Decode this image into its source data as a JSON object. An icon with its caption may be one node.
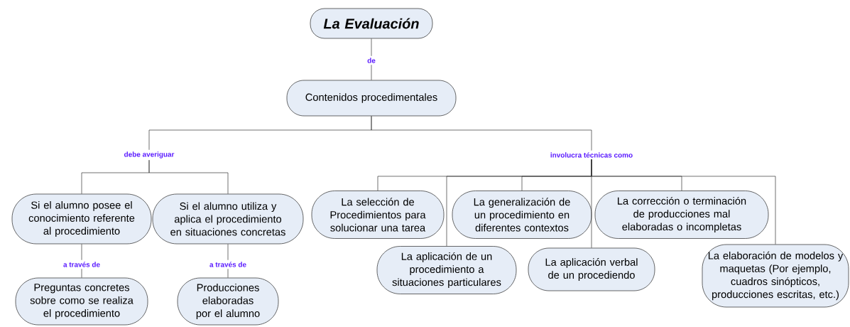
{
  "diagram": {
    "nodes": [
      {
        "text": [
          "La Evaluación"
        ]
      },
      {
        "text": [
          "de"
        ]
      },
      {
        "text": [
          "Contenidos procedimentales"
        ]
      },
      {
        "text": [
          "debe averiguar"
        ]
      },
      {
        "text": [
          "involucra técnicas como"
        ]
      },
      {
        "text": [
          "Si el alumno posee el conocimiento referente al procedimiento"
        ]
      },
      {
        "text": [
          "Si el alumno utiliza y aplica el procedimiento en situaciones concretas"
        ]
      },
      {
        "text": [
          "a través de"
        ]
      },
      {
        "text": [
          "a través de"
        ]
      },
      {
        "text": [
          "Preguntas concretes sobre como se realiza el procedimiento"
        ]
      },
      {
        "text": [
          "Producciones elaboradas por el alumno"
        ]
      },
      {
        "text": [
          "La selección de Procedimientos para solucionar una tarea"
        ]
      },
      {
        "text": [
          "La aplicación de un procedimiento a situaciones particulares"
        ]
      },
      {
        "text": [
          "La generalización de un procedimiento en diferentes contextos"
        ]
      },
      {
        "text": [
          "La aplicación verbal de un procediendo"
        ]
      },
      {
        "text": [
          "La corrección o terminación de producciones mal elaboradas o incompletas"
        ]
      },
      {
        "text": [
          "La elaboración de modelos y maquetas (Por ejemplo, cuadros sinópticos, producciones escritas, etc.)"
        ]
      }
    ],
    "edges": [
      {
        "from": 0,
        "to": 1,
        "arrow": "none"
      },
      {
        "from": 1,
        "to": 2,
        "arrow": "none"
      },
      {
        "from": 2,
        "to": 3,
        "arrow": "none"
      },
      {
        "from": 2,
        "to": 4,
        "arrow": "none"
      },
      {
        "from": 3,
        "to": 5,
        "arrow": "none"
      },
      {
        "from": 3,
        "to": 6,
        "arrow": "none"
      },
      {
        "from": 5,
        "to": 7,
        "arrow": "none"
      },
      {
        "from": 7,
        "to": 9,
        "arrow": "none"
      },
      {
        "from": 6,
        "to": 8,
        "arrow": "none"
      },
      {
        "from": 8,
        "to": 10,
        "arrow": "none"
      },
      {
        "from": 4,
        "to": 11,
        "arrow": "none"
      },
      {
        "from": 4,
        "to": 12,
        "arrow": "none"
      },
      {
        "from": 4,
        "to": 13,
        "arrow": "none"
      },
      {
        "from": 4,
        "to": 14,
        "arrow": "none"
      },
      {
        "from": 4,
        "to": 15,
        "arrow": "none"
      },
      {
        "from": 4,
        "to": 16,
        "arrow": "none"
      }
    ]
  }
}
